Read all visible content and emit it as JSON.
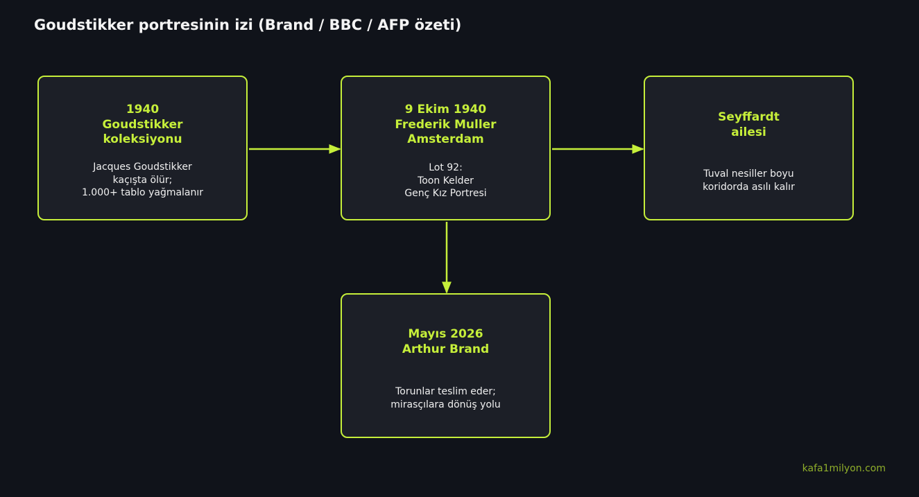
{
  "title": "Goudstikker portresinin izi (Brand / BBC / AFP özeti)",
  "nodes": [
    {
      "heading": [
        "1940",
        "Goudstikker",
        "koleksiyonu"
      ],
      "body": [
        "Jacques Goudstikker",
        "kaçışta ölür;",
        "1.000+ tablo yağmalanır"
      ]
    },
    {
      "heading": [
        "9 Ekim 1940",
        "Frederik Muller",
        "Amsterdam"
      ],
      "body": [
        "Lot 92:",
        "Toon Kelder",
        "Genç Kız Portresi"
      ]
    },
    {
      "heading": [
        "Seyffardt",
        "ailesi"
      ],
      "body": [
        "Tuval nesiller boyu",
        "koridorda asılı kalır"
      ]
    },
    {
      "heading": [
        "Mayıs 2026",
        "Arthur Brand"
      ],
      "body": [
        "Torunlar teslim eder;",
        "mirasçılara dönüş yolu"
      ]
    }
  ],
  "edges": [
    {
      "from": 0,
      "to": 1
    },
    {
      "from": 1,
      "to": 2
    },
    {
      "from": 1,
      "to": 3
    }
  ],
  "watermark": "kafa1milyon.com",
  "colors": {
    "background": "#10131a",
    "box_fill": "#1c1f27",
    "accent": "#c6ef3a",
    "text": "#f0f0f0",
    "watermark": "#8fae2a"
  }
}
